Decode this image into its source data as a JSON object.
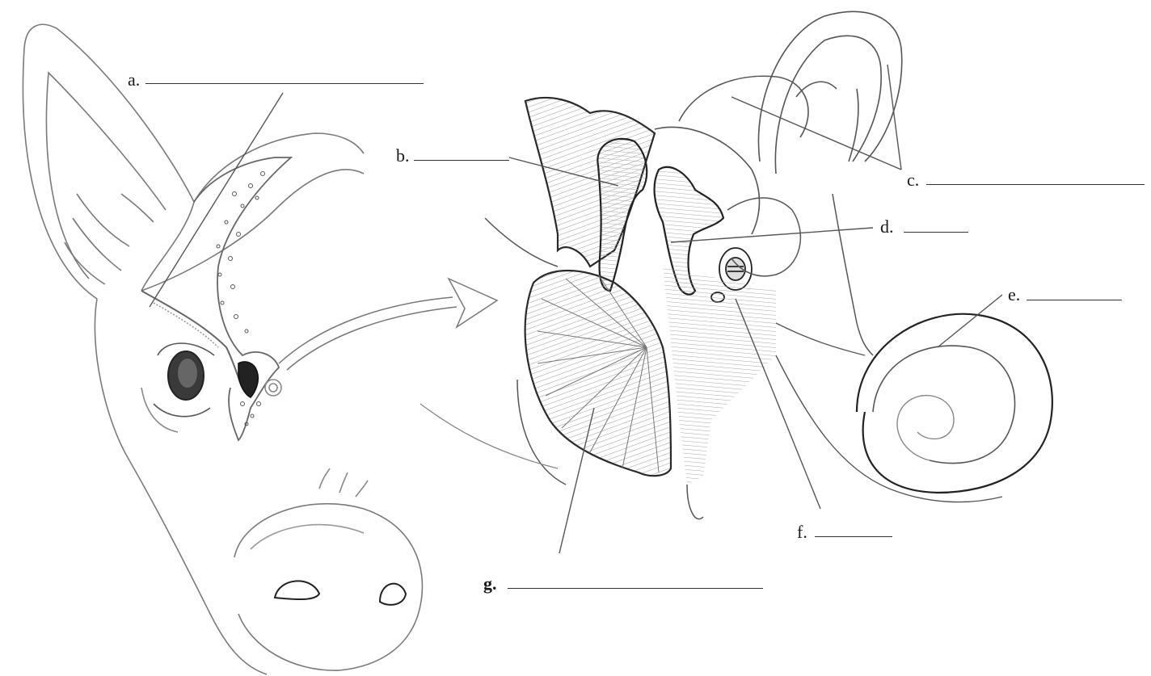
{
  "labels": {
    "a": "a.",
    "b": "b.",
    "c": "c.",
    "d": "d.",
    "e": "e.",
    "f": "f.",
    "g": "g."
  },
  "colors": {
    "ink": "#2a2a2a",
    "light_ink": "#8a8a8a",
    "leader": "#555555"
  },
  "icons": {
    "pointer": "arrow-right-outline-icon"
  }
}
